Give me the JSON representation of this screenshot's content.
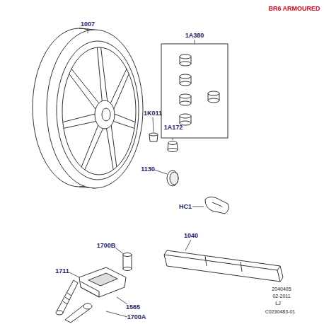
{
  "diagram": {
    "title": "BR6 ARMOURED",
    "labels": [
      "1007",
      "1A380",
      "1K011",
      "1A172",
      "1130",
      "1700B",
      "1711",
      "1565",
      "1700A",
      "HC1",
      "1040",
      "2040405",
      "02-2011",
      "LJ",
      "C0230483-01"
    ]
  }
}
